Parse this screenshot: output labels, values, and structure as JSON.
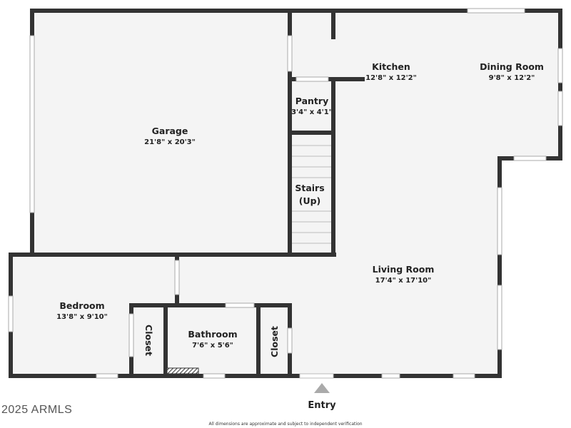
{
  "rooms": {
    "garage": {
      "name": "Garage",
      "dims": "21'8\" x 20'3\""
    },
    "kitchen": {
      "name": "Kitchen",
      "dims": "12'8\" x 12'2\""
    },
    "dining": {
      "name": "Dining Room",
      "dims": "9'8\" x 12'2\""
    },
    "pantry": {
      "name": "Pantry",
      "dims": "3'4\" x 4'1\""
    },
    "stairs": {
      "name": "Stairs",
      "note": "(Up)"
    },
    "living": {
      "name": "Living Room",
      "dims": "17'4\" x 17'10\""
    },
    "bedroom": {
      "name": "Bedroom",
      "dims": "13'8\" x 9'10\""
    },
    "bathroom": {
      "name": "Bathroom",
      "dims": "7'6\" x 5'6\""
    },
    "closet1": {
      "name": "Closet"
    },
    "closet2": {
      "name": "Closet"
    }
  },
  "entry_label": "Entry",
  "copyright": "2025 ARMLS",
  "disclaimer": "All dimensions are approximate and subject to independent verification",
  "colors": {
    "wall": "#333333",
    "floor": "#f4f4f4",
    "entry_arrow": "#aaaaaa"
  }
}
